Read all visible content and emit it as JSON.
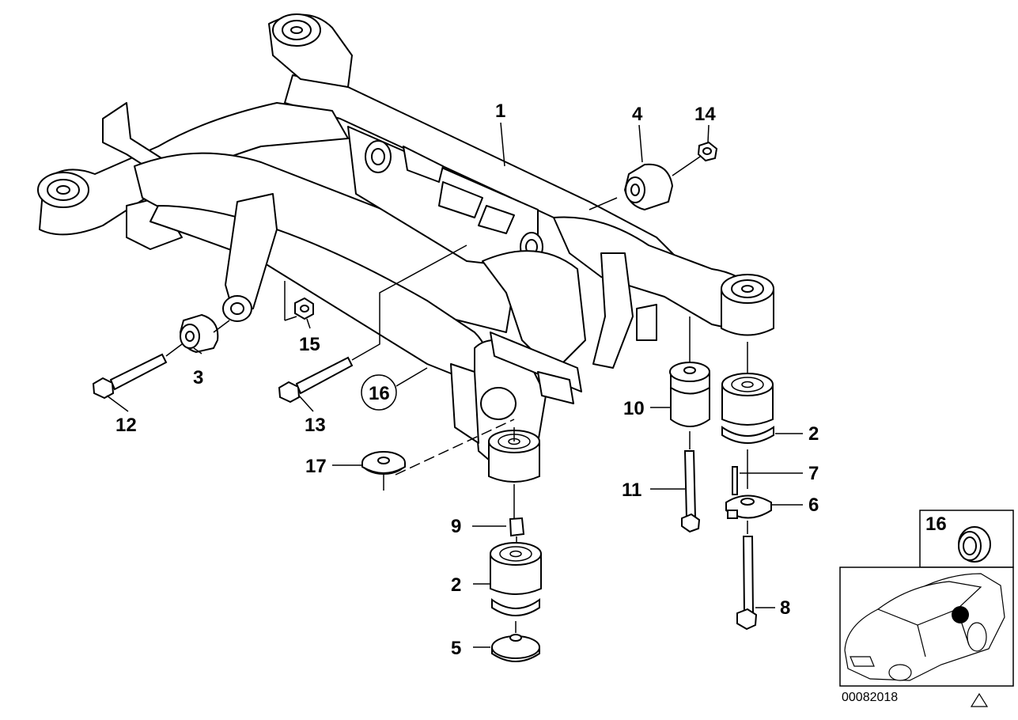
{
  "diagram": {
    "callouts": {
      "c1": "1",
      "c2a": "2",
      "c2b": "2",
      "c3": "3",
      "c4": "4",
      "c5": "5",
      "c6": "6",
      "c7": "7",
      "c8": "8",
      "c9": "9",
      "c10": "10",
      "c11": "11",
      "c12": "12",
      "c13": "13",
      "c14": "14",
      "c15": "15",
      "c16": "16",
      "c17": "17"
    },
    "inset": {
      "label": "16"
    },
    "image_code": "00082018",
    "warning_icon": "warning-triangle-icon"
  }
}
